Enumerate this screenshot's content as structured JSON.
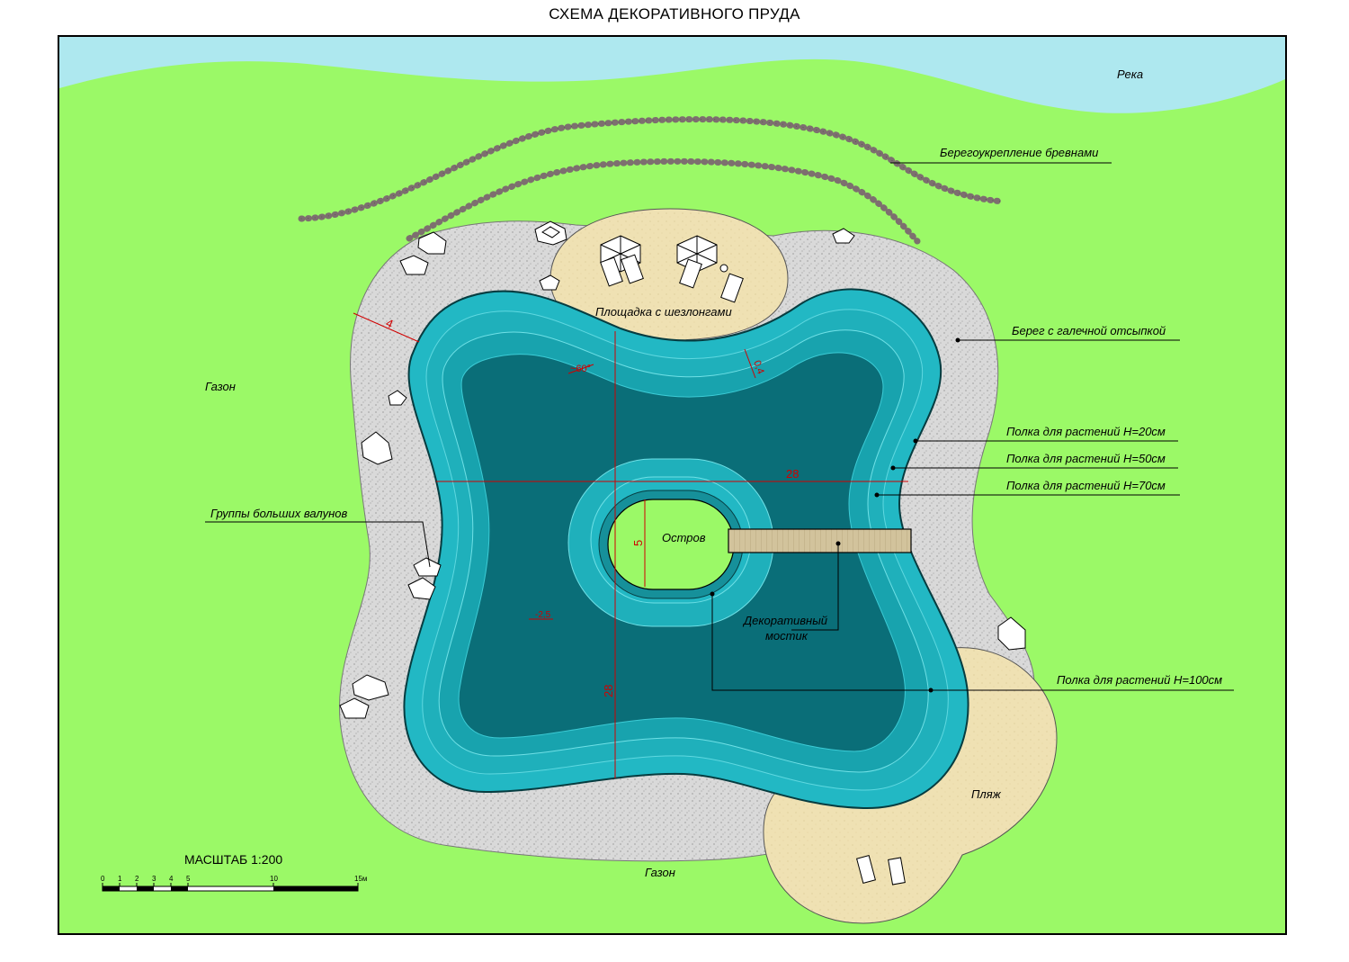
{
  "title": "СХЕМА ДЕКОРАТИВНОГО ПРУДА",
  "labels": {
    "river": "Река",
    "log_bank": "Берегоукрепление бревнами",
    "pebble_bank": "Берег с галечной отсыпкой",
    "lawn_left": "Газон",
    "lawn_bottom": "Газон",
    "deck": "Площадка с шезлонгами",
    "shelf_20": "Полка для растений Н=20см",
    "shelf_50": "Полка для растений Н=50см",
    "shelf_70": "Полка для растений Н=70см",
    "shelf_100": "Полка для растений Н=100см",
    "boulders": "Группы больших валунов",
    "island": "Остров",
    "bridge_line1": "Декоративный",
    "bridge_line2": "мостик",
    "beach": "Пляж"
  },
  "dimensions": {
    "bank_width": "4",
    "angle": "~60°",
    "shelf_width": "0,4",
    "pond_width": "28",
    "pond_length": "28",
    "island_size": "5",
    "depth": "-2,5"
  },
  "scale": {
    "title": "МАСШТАБ 1:200",
    "ticks": [
      "0",
      "1",
      "2",
      "3",
      "4",
      "5",
      "10",
      "15м"
    ]
  },
  "colors": {
    "lawn": "#9bf967",
    "river": "#aee8ef",
    "pebbles": "#d7d7d7",
    "sand": "#efe1b3",
    "water_shallow": "#22b8c4",
    "water_mid": "#14a3b0",
    "water_deep": "#0a6e78",
    "bridge": "#d2c39c",
    "dimension": "#d00000"
  },
  "icons": [
    "sun-umbrella-icon",
    "lounger-icon",
    "boulder-icon",
    "log-icon"
  ]
}
